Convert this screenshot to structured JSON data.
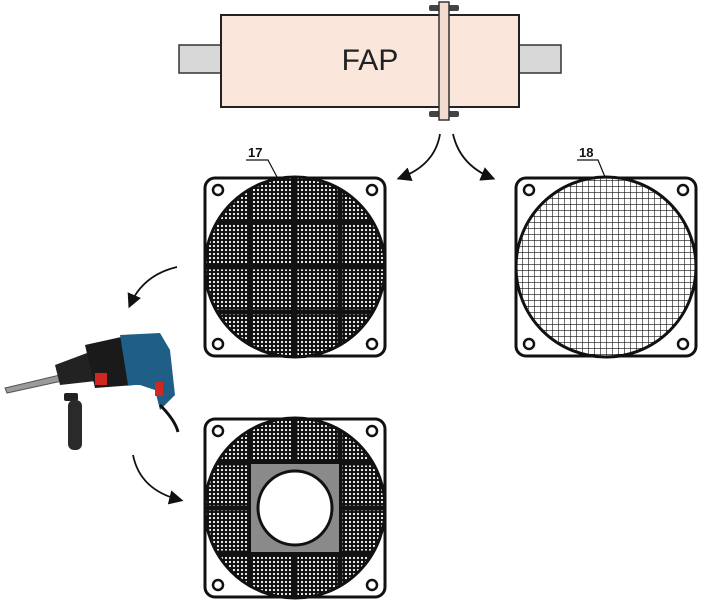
{
  "diagram": {
    "device_label": "FAP",
    "filter_left_label": "17",
    "filter_right_label": "18",
    "colors": {
      "body": "#fbe6db",
      "pipe": "#d8d8d8",
      "outline": "#111111",
      "drill_blue": "#1f5e86",
      "drill_red": "#d0281e",
      "insert_gray": "#8a8a8a"
    }
  }
}
